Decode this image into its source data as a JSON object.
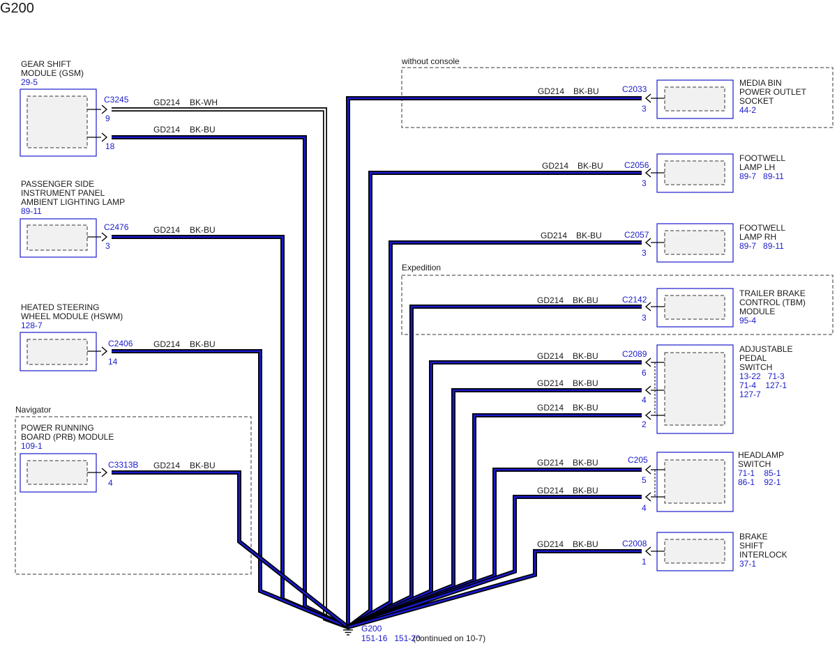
{
  "page_title": "G200",
  "colors": {
    "wire_blue": "#1a1acc",
    "wire_black": "#000000",
    "ref_blue": "#1a1acc"
  },
  "groups": {
    "navigator": "Navigator",
    "without_console": "without console",
    "expedition": "Expedition"
  },
  "left_components": [
    {
      "name_lines": [
        "GEAR SHIFT",
        "MODULE (GSM)"
      ],
      "ref": "29-5"
    },
    {
      "name_lines": [
        "PASSENGER SIDE",
        "INSTRUMENT PANEL",
        "AMBIENT LIGHTING LAMP"
      ],
      "ref": "89-11"
    },
    {
      "name_lines": [
        "HEATED STEERING",
        "WHEEL MODULE (HSWM)"
      ],
      "ref": "128-7"
    },
    {
      "name_lines": [
        "POWER RUNNING",
        "BOARD (PRB) MODULE"
      ],
      "ref": "109-1"
    }
  ],
  "right_components": [
    {
      "name_lines": [
        "MEDIA BIN",
        "POWER OUTLET",
        "SOCKET"
      ],
      "refs": [
        "44-2"
      ]
    },
    {
      "name_lines": [
        "FOOTWELL",
        "LAMP LH"
      ],
      "refs": [
        "89-7   89-11"
      ]
    },
    {
      "name_lines": [
        "FOOTWELL",
        "LAMP RH"
      ],
      "refs": [
        "89-7   89-11"
      ]
    },
    {
      "name_lines": [
        "TRAILER BRAKE",
        "CONTROL (TBM)",
        "MODULE"
      ],
      "refs": [
        "95-4"
      ]
    },
    {
      "name_lines": [
        "ADJUSTABLE",
        "PEDAL",
        "SWITCH"
      ],
      "refs": [
        "13-22   71-3",
        "71-4    127-1",
        "127-7"
      ]
    },
    {
      "name_lines": [
        "HEADLAMP",
        "SWITCH"
      ],
      "refs": [
        "71-1    85-1",
        "86-1    92-1"
      ]
    },
    {
      "name_lines": [
        "BRAKE",
        "SHIFT",
        "INTERLOCK"
      ],
      "refs": [
        "37-1"
      ]
    }
  ],
  "wires": [
    {
      "connector": "C3245",
      "pin": "9",
      "circuit": "GD214",
      "color": "BK-WH"
    },
    {
      "connector": "",
      "pin": "18",
      "circuit": "GD214",
      "color": "BK-BU"
    },
    {
      "connector": "C2476",
      "pin": "3",
      "circuit": "GD214",
      "color": "BK-BU"
    },
    {
      "connector": "C2406",
      "pin": "14",
      "circuit": "GD214",
      "color": "BK-BU"
    },
    {
      "connector": "C3313B",
      "pin": "4",
      "circuit": "GD214",
      "color": "BK-BU"
    },
    {
      "connector": "C2033",
      "pin": "3",
      "circuit": "GD214",
      "color": "BK-BU"
    },
    {
      "connector": "C2056",
      "pin": "3",
      "circuit": "GD214",
      "color": "BK-BU"
    },
    {
      "connector": "C2057",
      "pin": "3",
      "circuit": "GD214",
      "color": "BK-BU"
    },
    {
      "connector": "C2142",
      "pin": "3",
      "circuit": "GD214",
      "color": "BK-BU"
    },
    {
      "connector": "C2089",
      "pin": "6",
      "circuit": "GD214",
      "color": "BK-BU"
    },
    {
      "connector": "",
      "pin": "4",
      "circuit": "GD214",
      "color": "BK-BU"
    },
    {
      "connector": "",
      "pin": "2",
      "circuit": "GD214",
      "color": "BK-BU"
    },
    {
      "connector": "C205",
      "pin": "5",
      "circuit": "GD214",
      "color": "BK-BU"
    },
    {
      "connector": "",
      "pin": "4",
      "circuit": "GD214",
      "color": "BK-BU"
    },
    {
      "connector": "C2008",
      "pin": "1",
      "circuit": "GD214",
      "color": "BK-BU"
    }
  ],
  "ground": {
    "name": "G200",
    "refs": "151-16   151-20",
    "note": "(continued on 10-7)"
  }
}
